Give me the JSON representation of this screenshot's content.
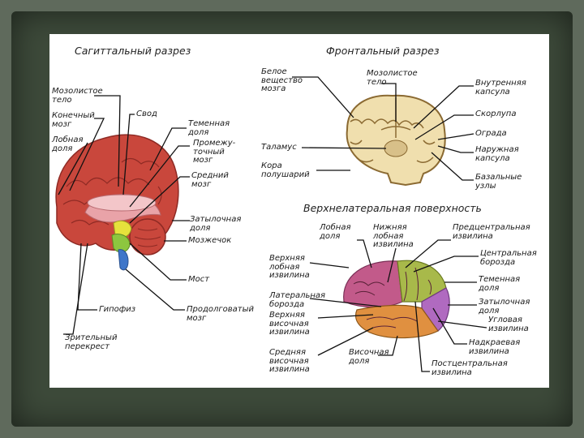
{
  "headings": {
    "sagittal": "Сагиттальный разрез",
    "frontal": "Фронтальный разрез",
    "lateral": "Верхнелатеральная поверхность"
  },
  "sagittal_labels": {
    "corpus_callosum": "Мозолистое\nтело",
    "telencephalon": "Конечный\nмозг",
    "frontal_lobe": "Лобная\nдоля",
    "fornix": "Свод",
    "parietal_lobe": "Теменная\nдоля",
    "diencephalon": "Промежу-\nточный\nмозг",
    "midbrain": "Средний\nмозг",
    "occipital_lobe": "Затылочная\nдоля",
    "cerebellum": "Мозжечок",
    "pons": "Мост",
    "hypophysis": "Гипофиз",
    "medulla": "Продолговатый\nмозг",
    "optic_chiasm": "Зрительный\nперекрест"
  },
  "frontal_labels": {
    "white_matter": "Белое\nвещество\nмозга",
    "corpus_callosum": "Мозолистое\nтело",
    "internal_capsule": "Внутренняя\nкапсула",
    "putamen": "Скорлупа",
    "claustrum": "Ограда",
    "external_capsule": "Наружная\nкапсула",
    "thalamus": "Таламус",
    "cortex": "Кора\nполушарий",
    "basal_ganglia": "Базальные\nузлы"
  },
  "lateral_labels": {
    "frontal_lobe": "Лобная\nдоля",
    "inferior_frontal_gyrus": "Нижняя\nлобная\nизвилина",
    "precentral_gyrus": "Предцентральная\nизвилина",
    "central_sulcus": "Центральная\nборозда",
    "superior_frontal_gyrus": "Верхняя\nлобная\nизвилина",
    "parietal_lobe": "Теменная\nдоля",
    "lateral_sulcus": "Латеральная\nборозда",
    "occipital_lobe": "Затылочная\nдоля",
    "superior_temporal_gyrus": "Верхняя\nвисочная\nизвилина",
    "angular_gyrus": "Угловая\nизвилина",
    "supramarginal_gyrus": "Надкраевая\nизвилина",
    "middle_temporal_gyrus": "Средняя\nвисочная\nизвилина",
    "temporal_lobe": "Височная\nдоля",
    "postcentral_gyrus": "Постцентральная\nизвилина"
  },
  "colors": {
    "cortex": "#c9473c",
    "cortex_dark": "#8e2a24",
    "inner": "#e9a3a8",
    "cerebellum": "#c9473c",
    "brainstem_yellow": "#e6e23c",
    "brainstem_green": "#8dc63f",
    "brainstem_blue": "#3f76c9",
    "frontal_section": "#f0dfae",
    "frontal_grey": "#8b6a32",
    "lobe_frontal": "#c25a8a",
    "lobe_parietal": "#a8b94a",
    "lobe_temporal": "#e09040",
    "lobe_occipital": "#b06ac0"
  }
}
